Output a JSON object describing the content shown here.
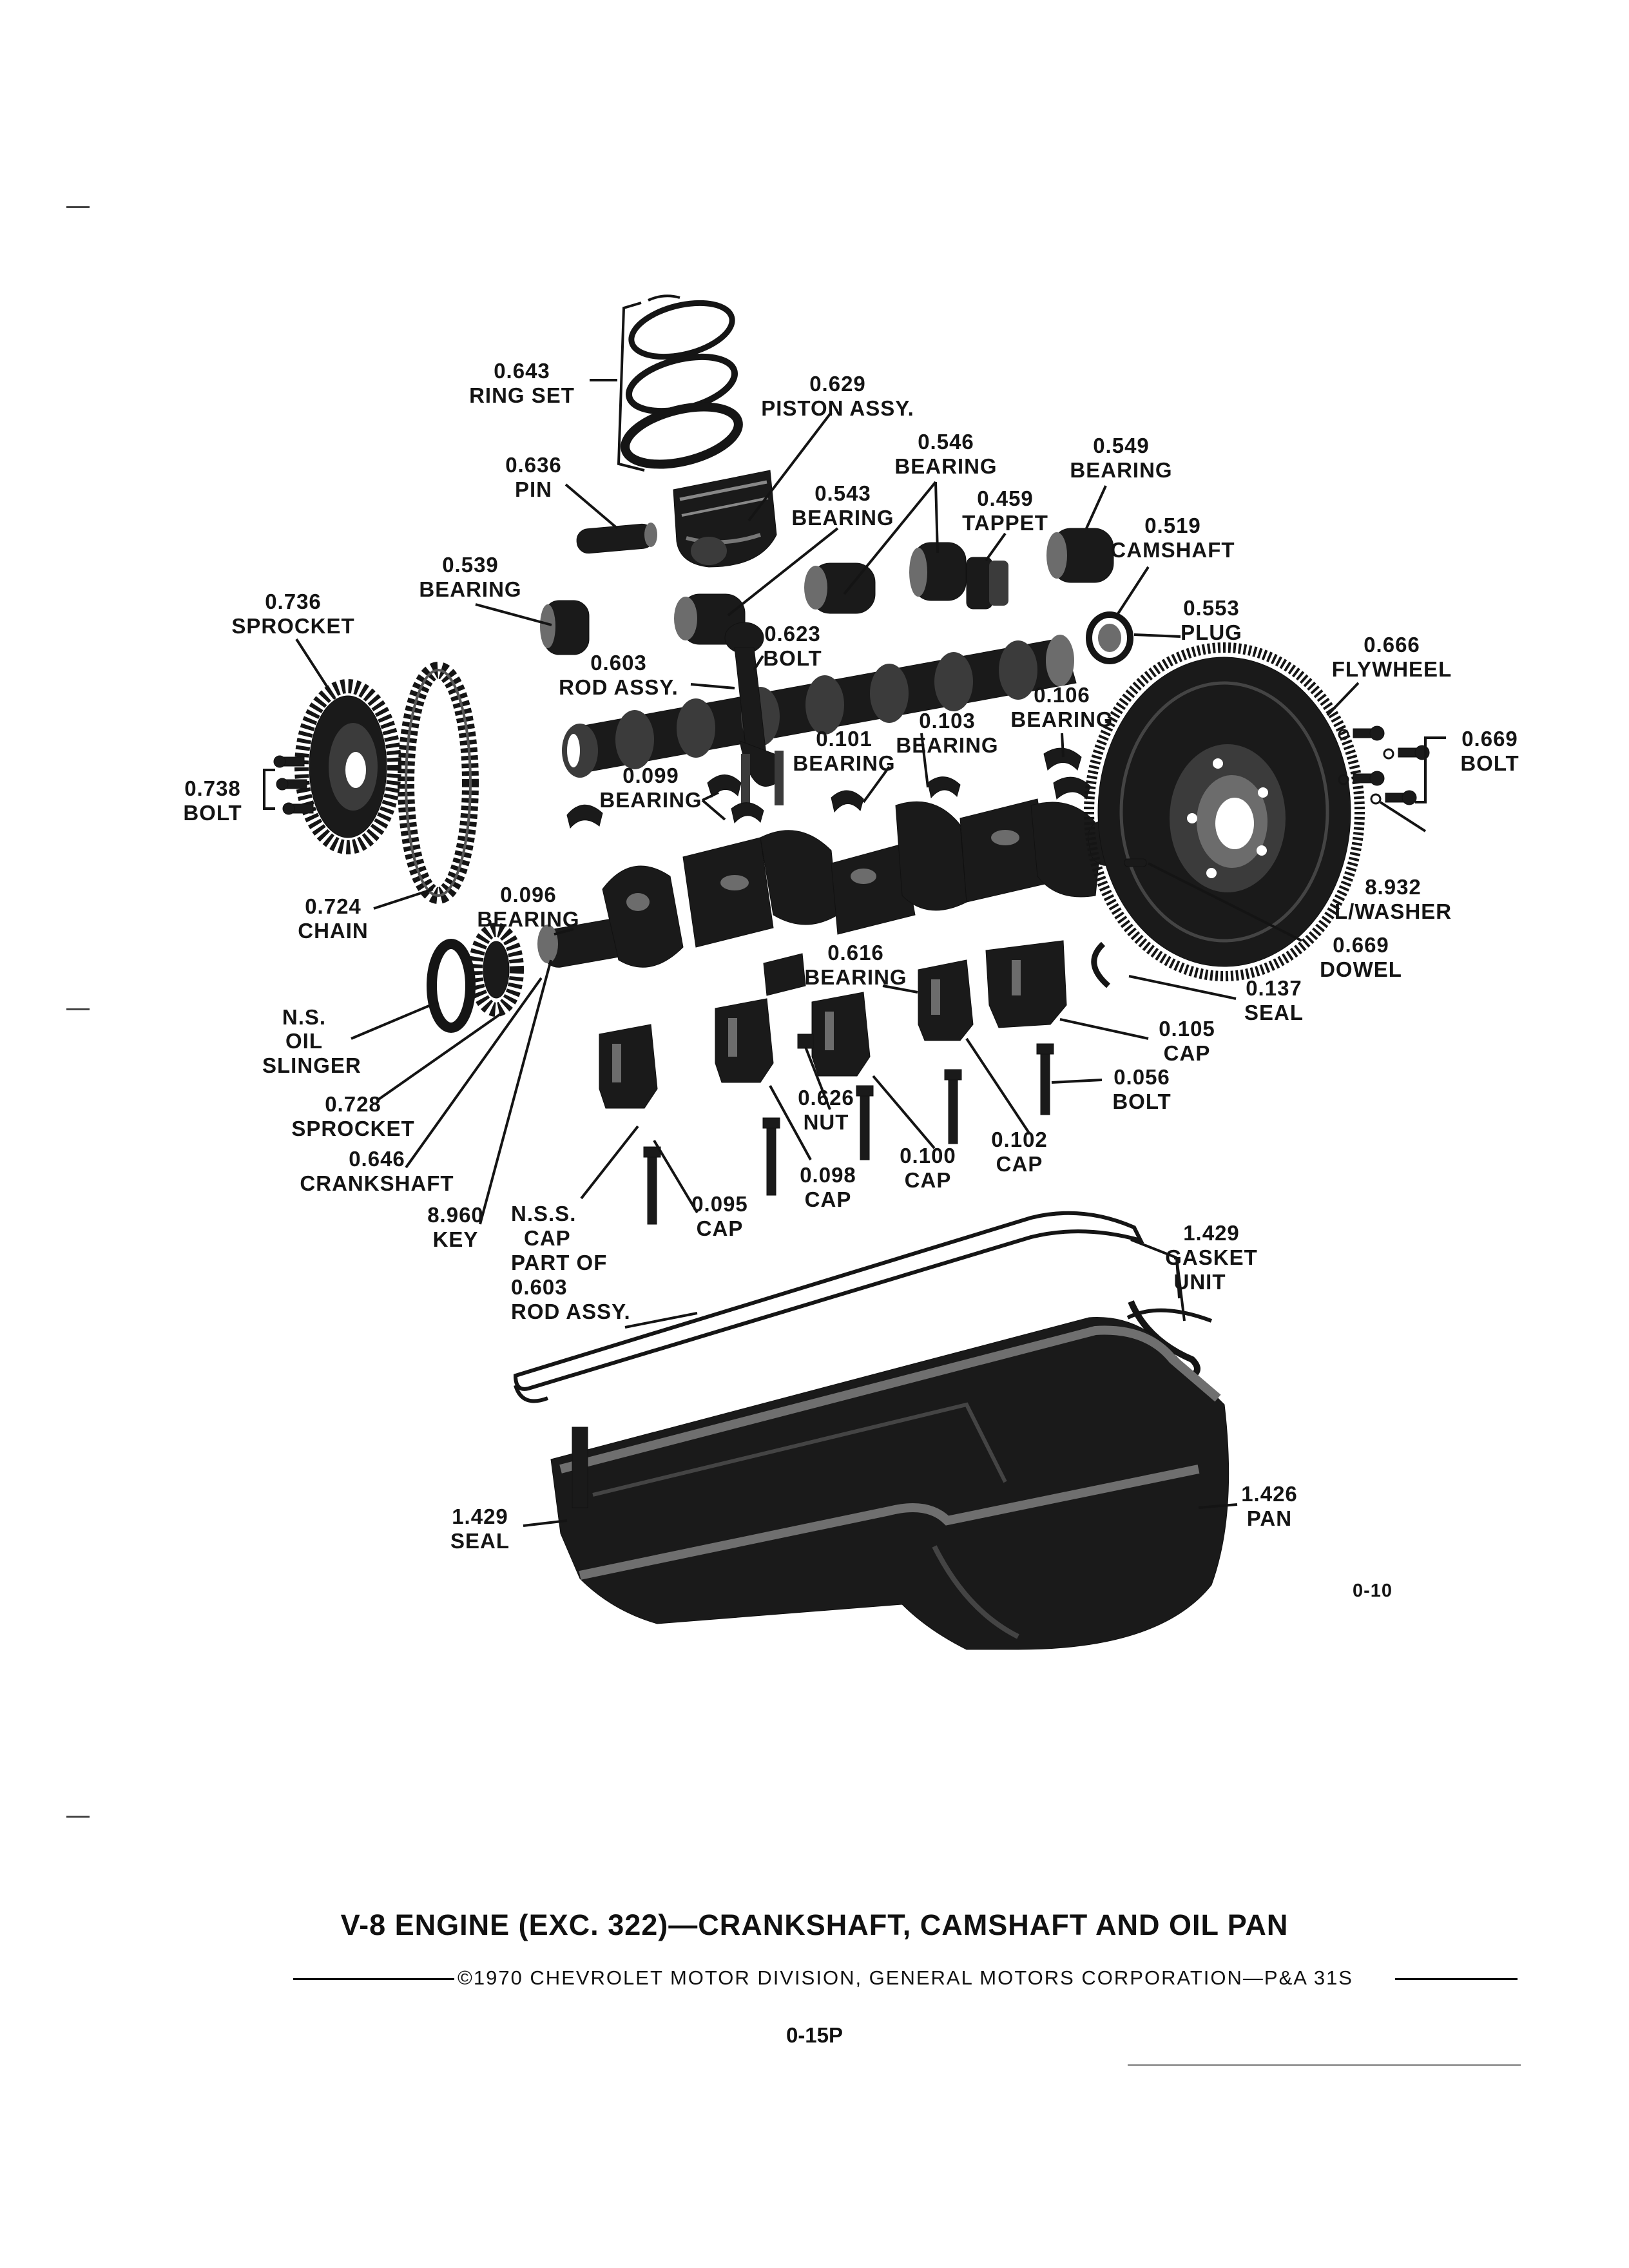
{
  "figure_number": "0-10",
  "caption": {
    "title": "V-8 ENGINE (EXC. 322)—CRANKSHAFT, CAMSHAFT AND OIL PAN",
    "copyright": "©1970 CHEVROLET MOTOR DIVISION, GENERAL MOTORS CORPORATION—P&A 31S",
    "page_number": "0-15P"
  },
  "callouts": [
    {
      "id": "ring-set",
      "number": "0.643",
      "name": "RING SET"
    },
    {
      "id": "piston-assy",
      "number": "0.629",
      "name": "PISTON ASSY."
    },
    {
      "id": "pin",
      "number": "0.636",
      "name": "PIN"
    },
    {
      "id": "bearing-546",
      "number": "0.546",
      "name": "BEARING"
    },
    {
      "id": "bearing-549",
      "number": "0.549",
      "name": "BEARING"
    },
    {
      "id": "bearing-543",
      "number": "0.543",
      "name": "BEARING"
    },
    {
      "id": "tappet",
      "number": "0.459",
      "name": "TAPPET"
    },
    {
      "id": "camshaft",
      "number": "0.519",
      "name": "CAMSHAFT"
    },
    {
      "id": "bearing-539",
      "number": "0.539",
      "name": "BEARING"
    },
    {
      "id": "sprocket-736",
      "number": "0.736",
      "name": "SPROCKET"
    },
    {
      "id": "plug",
      "number": "0.553",
      "name": "PLUG"
    },
    {
      "id": "bolt-623",
      "number": "0.623",
      "name": "BOLT"
    },
    {
      "id": "rod-assy",
      "number": "0.603",
      "name": "ROD ASSY."
    },
    {
      "id": "flywheel",
      "number": "0.666",
      "name": "FLYWHEEL"
    },
    {
      "id": "bearing-106",
      "number": "0.106",
      "name": "BEARING"
    },
    {
      "id": "bearing-103",
      "number": "0.103",
      "name": "BEARING"
    },
    {
      "id": "bearing-101",
      "number": "0.101",
      "name": "BEARING"
    },
    {
      "id": "bearing-099",
      "number": "0.099",
      "name": "BEARING"
    },
    {
      "id": "bolt-669",
      "number": "0.669",
      "name": "BOLT"
    },
    {
      "id": "bolt-738",
      "number": "0.738",
      "name": "BOLT"
    },
    {
      "id": "l-washer",
      "number": "8.932",
      "name": "L/WASHER"
    },
    {
      "id": "chain",
      "number": "0.724",
      "name": "CHAIN"
    },
    {
      "id": "bearing-096",
      "number": "0.096",
      "name": "BEARING"
    },
    {
      "id": "dowel",
      "number": "0.669",
      "name": "DOWEL"
    },
    {
      "id": "bearing-616",
      "number": "0.616",
      "name": "BEARING"
    },
    {
      "id": "seal-137",
      "number": "0.137",
      "name": "SEAL"
    },
    {
      "id": "oil-slinger",
      "number": "N.S.",
      "name": "OIL SLINGER"
    },
    {
      "id": "cap-105",
      "number": "0.105",
      "name": "CAP"
    },
    {
      "id": "sprocket-728",
      "number": "0.728",
      "name": "SPROCKET"
    },
    {
      "id": "bolt-056",
      "number": "0.056",
      "name": "BOLT"
    },
    {
      "id": "nut",
      "number": "0.626",
      "name": "NUT"
    },
    {
      "id": "crankshaft",
      "number": "0.646",
      "name": "CRANKSHAFT"
    },
    {
      "id": "cap-102",
      "number": "0.102",
      "name": "CAP"
    },
    {
      "id": "cap-100",
      "number": "0.100",
      "name": "CAP"
    },
    {
      "id": "cap-098",
      "number": "0.098",
      "name": "CAP"
    },
    {
      "id": "key",
      "number": "8.960",
      "name": "KEY"
    },
    {
      "id": "cap-095",
      "number": "0.095",
      "name": "CAP"
    },
    {
      "id": "nss-cap",
      "number": "N.S.S.",
      "name": "CAP",
      "note_1": "PART OF",
      "note_2": "0.603",
      "note_3": "ROD ASSY."
    },
    {
      "id": "gasket-unit",
      "number": "1.429",
      "name": "GASKET",
      "name_2": "UNIT"
    },
    {
      "id": "seal-1429",
      "number": "1.429",
      "name": "SEAL"
    },
    {
      "id": "pan",
      "number": "1.426",
      "name": "PAN"
    }
  ]
}
